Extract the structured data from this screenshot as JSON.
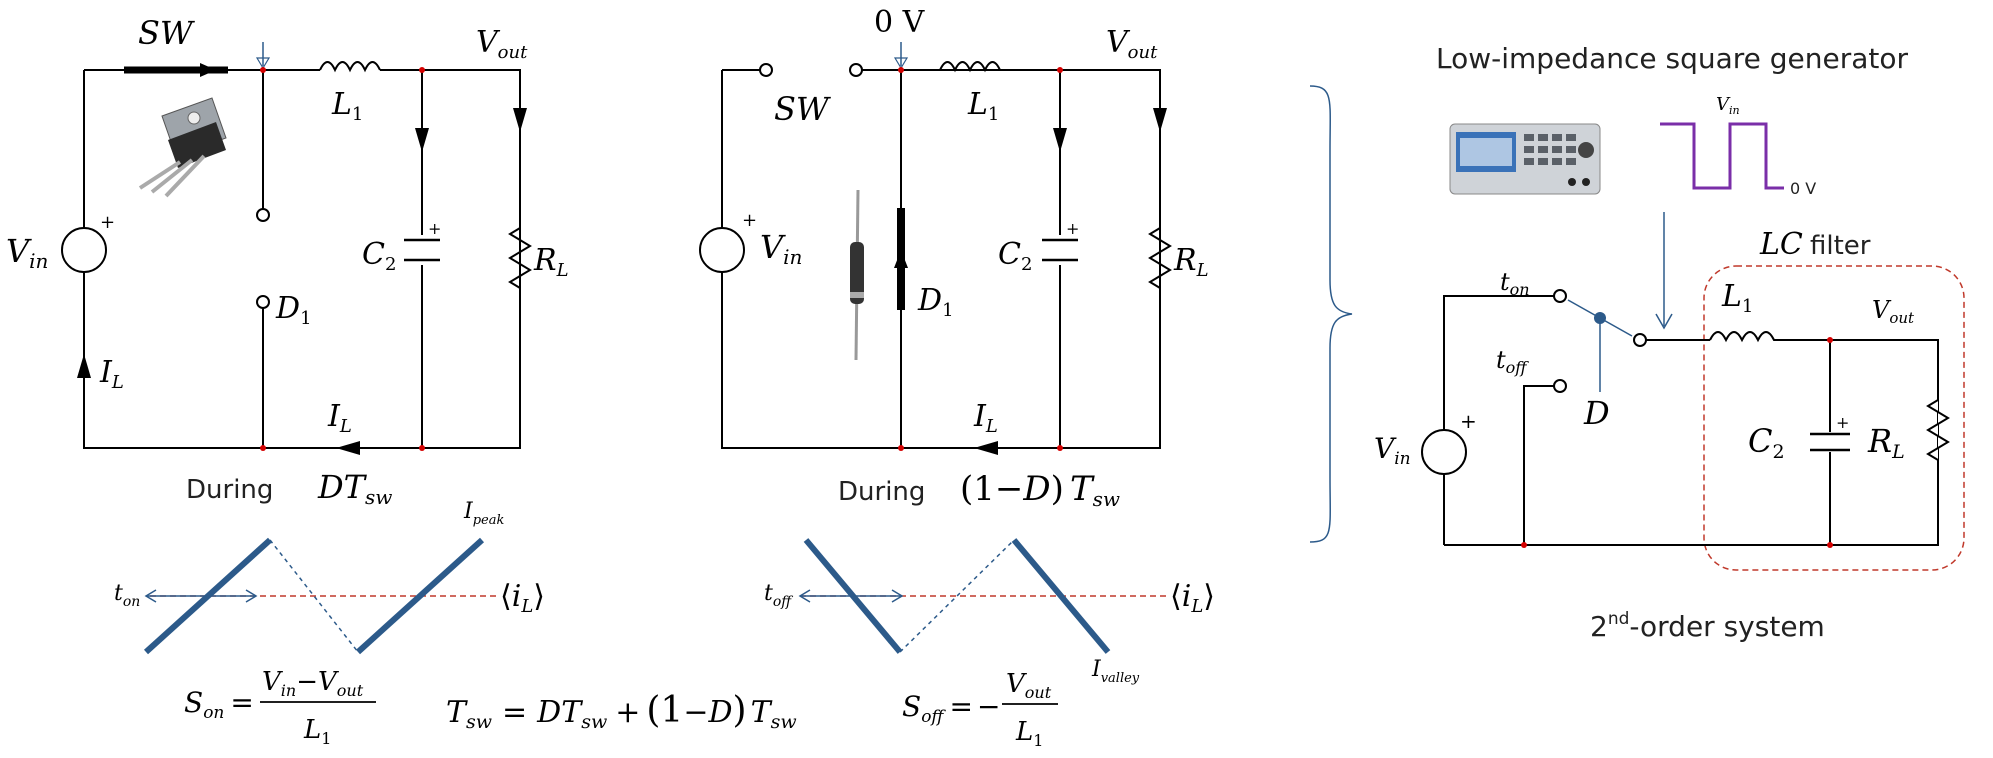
{
  "panel1": {
    "sw": "SW",
    "vout": "V",
    "vout_sub": "out",
    "l1": "L",
    "l1_sub": "1",
    "vin": "V",
    "vin_sub": "in",
    "c2": "C",
    "c2_sub": "2",
    "rl": "R",
    "rl_sub": "L",
    "d1": "D",
    "d1_sub": "1",
    "il_left": "I",
    "il_left_sub": "L",
    "il_bottom": "I",
    "il_bottom_sub": "L",
    "plus": "+",
    "caption_word": "During",
    "caption_math": "DT",
    "caption_sub": "sw"
  },
  "panel2": {
    "zero_v": "0 V",
    "sw": "SW",
    "vout": "V",
    "vout_sub": "out",
    "l1": "L",
    "l1_sub": "1",
    "vin": "V",
    "vin_sub": "in",
    "c2": "C",
    "c2_sub": "2",
    "rl": "R",
    "rl_sub": "L",
    "d1": "D",
    "d1_sub": "1",
    "il_bottom": "I",
    "il_bottom_sub": "L",
    "plus": "+",
    "caption_word": "During",
    "caption_open": "(1",
    "caption_minus": "−",
    "caption_d": "D",
    "caption_close": ")",
    "caption_t": "T",
    "caption_sub": "sw"
  },
  "wave1": {
    "ton": "t",
    "ton_sub": "on",
    "ipeak": "I",
    "ipeak_sub": "peak",
    "avg_open": "⟨",
    "avg_i": "i",
    "avg_sub": "L",
    "avg_close": "⟩"
  },
  "wave2": {
    "toff": "t",
    "toff_sub": "off",
    "ivalley": "I",
    "ivalley_sub": "valley",
    "avg_open": "⟨",
    "avg_i": "i",
    "avg_sub": "L",
    "avg_close": "⟩"
  },
  "formulas": {
    "son": "S",
    "son_sub": "on",
    "eq": "=",
    "son_num_a": "V",
    "son_num_a_sub": "in",
    "son_num_minus": "−",
    "son_num_b": "V",
    "son_num_b_sub": "out",
    "son_den": "L",
    "son_den_sub": "1",
    "tsw": "T",
    "tsw_sub": "sw",
    "tsw_rhs_a": "DT",
    "tsw_rhs_a_sub": "sw",
    "tsw_plus": "+",
    "tsw_open": "(1",
    "tsw_minus": "−",
    "tsw_d": "D",
    "tsw_close": ")",
    "tsw_t": "T",
    "tsw_t_sub": "sw",
    "soff": "S",
    "soff_sub": "off",
    "soff_neg": "−",
    "soff_num": "V",
    "soff_num_sub": "out",
    "soff_den": "L",
    "soff_den_sub": "1"
  },
  "right": {
    "generator_title": "Low-impedance square generator",
    "vin_wave": "V",
    "vin_wave_sub": "in",
    "zero_v": "0 V",
    "lc_math": "LC",
    "lc_word": " filter",
    "ton": "t",
    "ton_sub": "on",
    "toff": "t",
    "toff_sub": "off",
    "d": "D",
    "l1": "L",
    "l1_sub": "1",
    "vout": "V",
    "vout_sub": "out",
    "vin": "V",
    "vin_sub": "in",
    "c2": "C",
    "c2_sub": "2",
    "rl": "R",
    "rl_sub": "L",
    "plus": "+",
    "order_pre": "2",
    "order_sup": "nd",
    "order_post": "-order system"
  },
  "colors": {
    "wire": "#000000",
    "node": "#d40000",
    "waveform": "#2c5a8a",
    "square_wave": "#7a2ea8",
    "dashed_box": "#d40000"
  }
}
